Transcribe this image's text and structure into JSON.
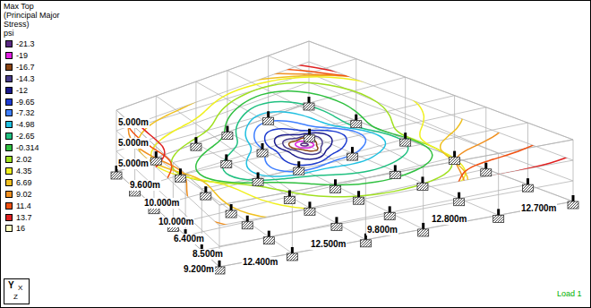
{
  "diagram": {
    "title": "Max Top (Principal Major Stress)",
    "labels": [
      "psi",
      "5.000m",
      "5.000m",
      "5.000m",
      "9.600m",
      "10.000m",
      "10.000m",
      "6.400m",
      "8.500m",
      "9.200m",
      "12.400m",
      "12.500m",
      "9.800m",
      "12.800m",
      "12.700m",
      "Y",
      "X",
      "Z",
      "Load 1"
    ],
    "legend": [
      {
        "text": "-21.3",
        "color": "#5a2a82"
      },
      {
        "text": "-19",
        "color": "#e020e0"
      },
      {
        "text": "-16.7",
        "color": "#8b4513"
      },
      {
        "text": "-14.3",
        "color": "#483d8b"
      },
      {
        "text": "-12",
        "color": "#1a1a8c"
      },
      {
        "text": "-9.65",
        "color": "#1e3cd0"
      },
      {
        "text": "-7.32",
        "color": "#3f7fff"
      },
      {
        "text": "-4.98",
        "color": "#20c0e0"
      },
      {
        "text": "-2.65",
        "color": "#20c080"
      },
      {
        "text": "-0.314",
        "color": "#30c040"
      },
      {
        "text": "2.02",
        "color": "#a0e020"
      },
      {
        "text": "4.35",
        "color": "#f0f020"
      },
      {
        "text": "6.69",
        "color": "#f0c020"
      },
      {
        "text": "9.02",
        "color": "#f09020"
      },
      {
        "text": "11.4",
        "color": "#f05010"
      },
      {
        "text": "13.7",
        "color": "#e02020"
      },
      {
        "text": "16",
        "color": "#ffffc0"
      }
    ]
  }
}
